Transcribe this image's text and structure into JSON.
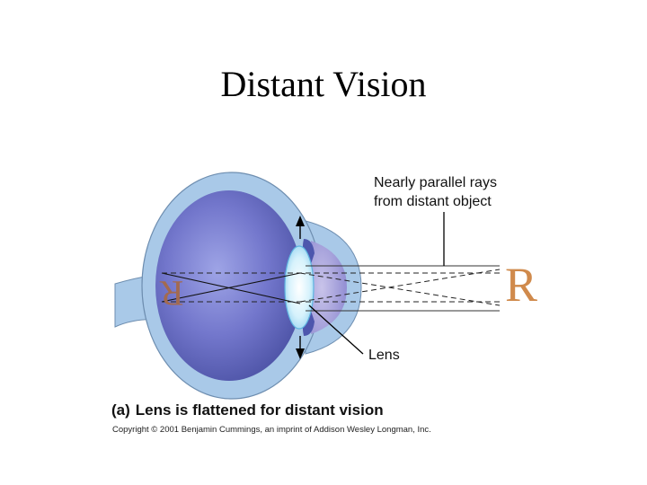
{
  "title": "Distant Vision",
  "labels": {
    "rays_line1": "Nearly parallel rays",
    "rays_line2": "from distant object",
    "lens": "Lens",
    "object_letter": "R",
    "image_letter": "R"
  },
  "caption": {
    "tag": "(a)",
    "text": "Lens is flattened for distant vision"
  },
  "copyright": "Copyright © 2001 Benjamin Cummings, an imprint of Addison Wesley Longman, Inc.",
  "colors": {
    "sclera": "#a9c9e8",
    "vitreous": "#6f74c8",
    "lens": "#c8ecfb",
    "object_letter": "#d08a4c",
    "image_letter": "#a36a4f"
  }
}
